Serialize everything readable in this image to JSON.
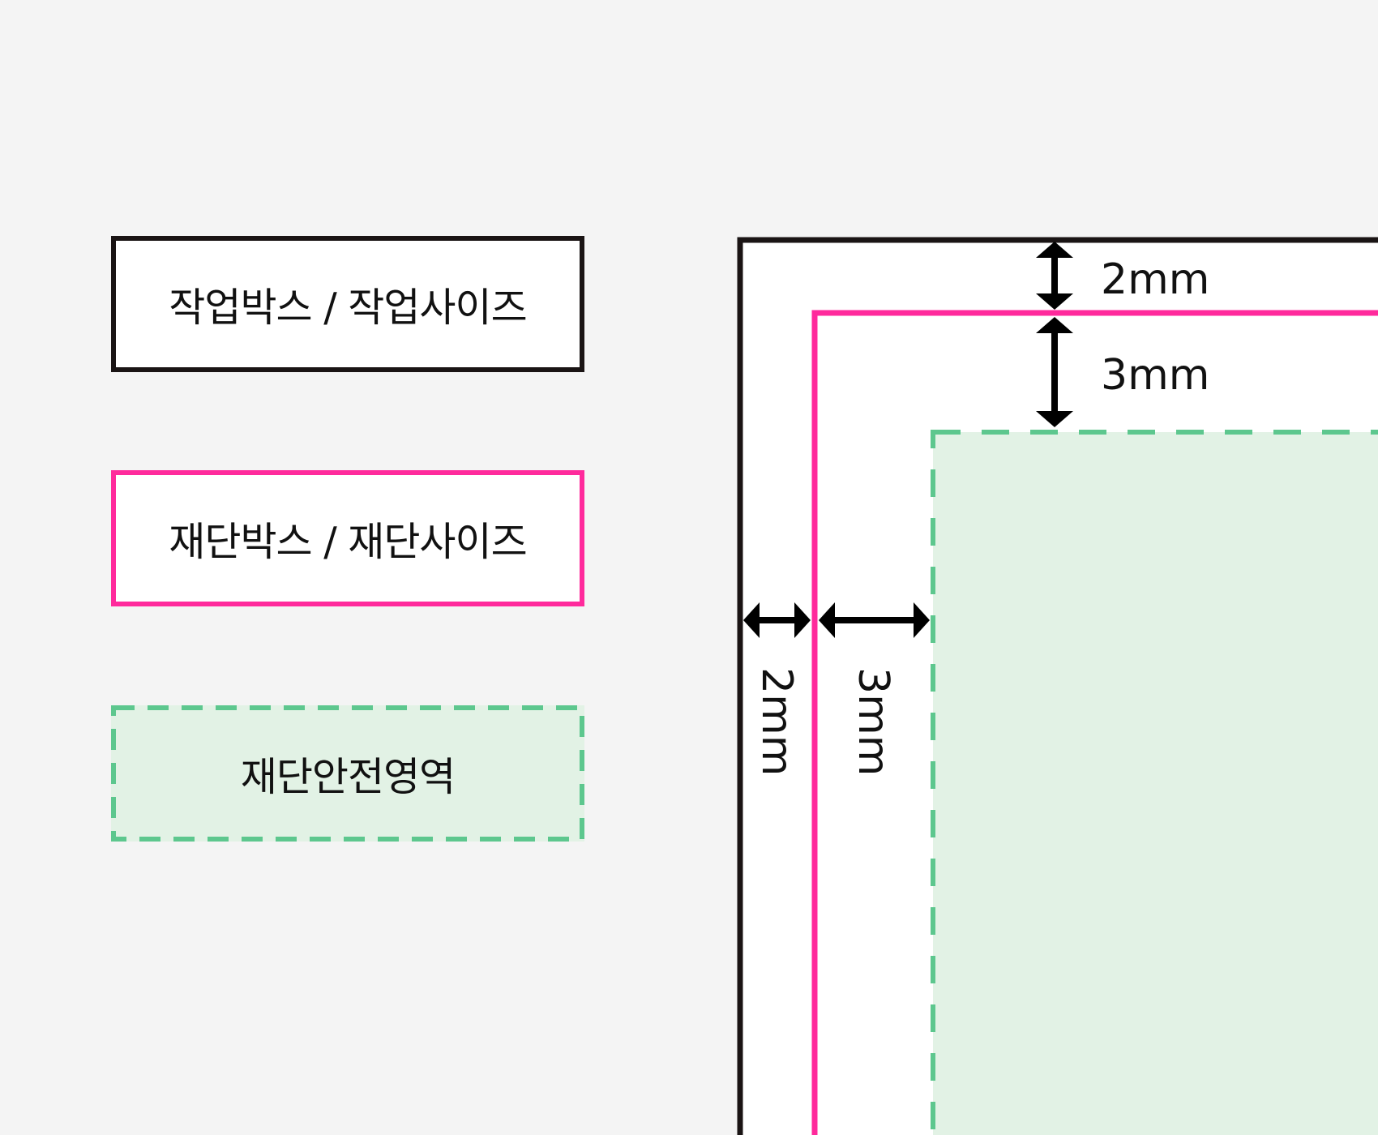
{
  "legend": {
    "work_box": "작업박스 / 작업사이즈",
    "trim_box": "재단박스 / 재단사이즈",
    "safe_area": "재단안전영역"
  },
  "dimensions": {
    "top_bleed": "2mm",
    "top_safe": "3mm",
    "left_bleed": "2mm",
    "left_safe": "3mm"
  },
  "colors": {
    "work_box": "#1a1414",
    "trim_box": "#ff2a9c",
    "safe_area_border": "#5dc78e",
    "safe_area_fill": "#e2f2e5",
    "background": "#f4f4f4",
    "arrow": "#000000"
  }
}
